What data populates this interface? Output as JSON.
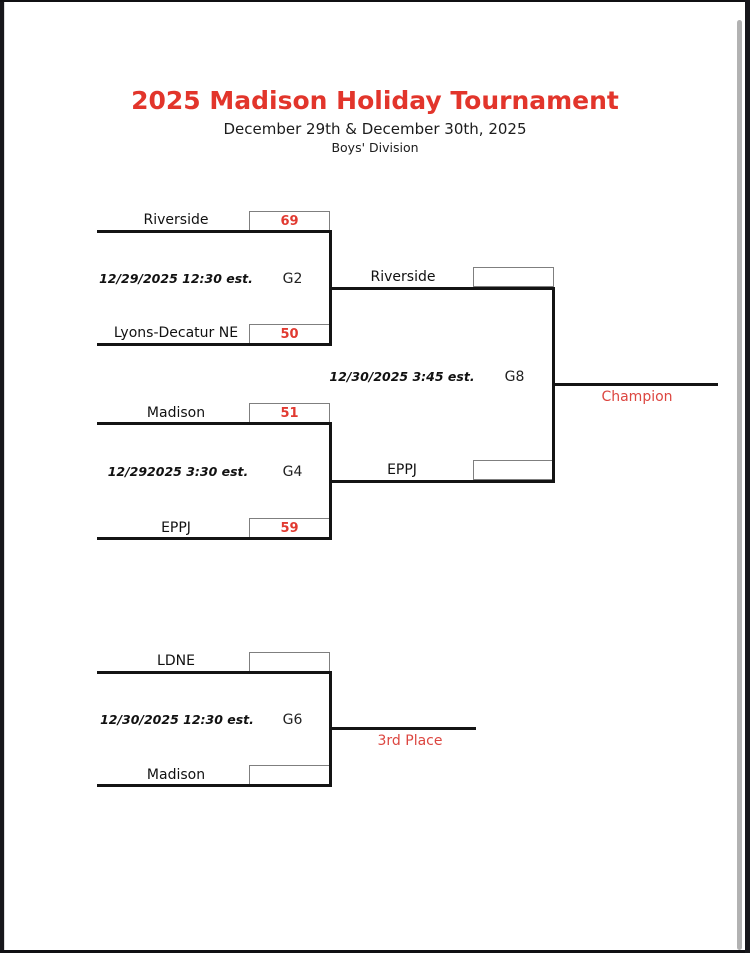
{
  "header": {
    "title": "2025 Madison Holiday Tournament",
    "subtitle": "December 29th & December 30th, 2025",
    "division": "Boys' Division"
  },
  "colors": {
    "accent_red": "#e2352b",
    "score_red": "#e13a31",
    "line_black": "#141414",
    "box_border_gray": "#7f7f7f"
  },
  "bracket": {
    "g2": {
      "game": "G2",
      "schedule": "12/29/2025  12:30 est.",
      "top": {
        "name": "Riverside",
        "score": "69"
      },
      "bottom": {
        "name": "Lyons-Decatur NE",
        "score": "50"
      }
    },
    "g4": {
      "game": "G4",
      "schedule": "12/292025 3:30 est.",
      "top": {
        "name": "Madison",
        "score": "51"
      },
      "bottom": {
        "name": "EPPJ",
        "score": "59"
      }
    },
    "g8": {
      "game": "G8",
      "schedule": "12/30/2025  3:45 est.",
      "top": {
        "name": "Riverside",
        "score": ""
      },
      "bottom": {
        "name": "EPPJ",
        "score": ""
      },
      "result_label": "Champion"
    },
    "g6": {
      "game": "G6",
      "schedule": "12/30/2025 12:30 est.",
      "top": {
        "name": "LDNE",
        "score": ""
      },
      "bottom": {
        "name": "Madison",
        "score": ""
      },
      "result_label": "3rd Place"
    }
  }
}
